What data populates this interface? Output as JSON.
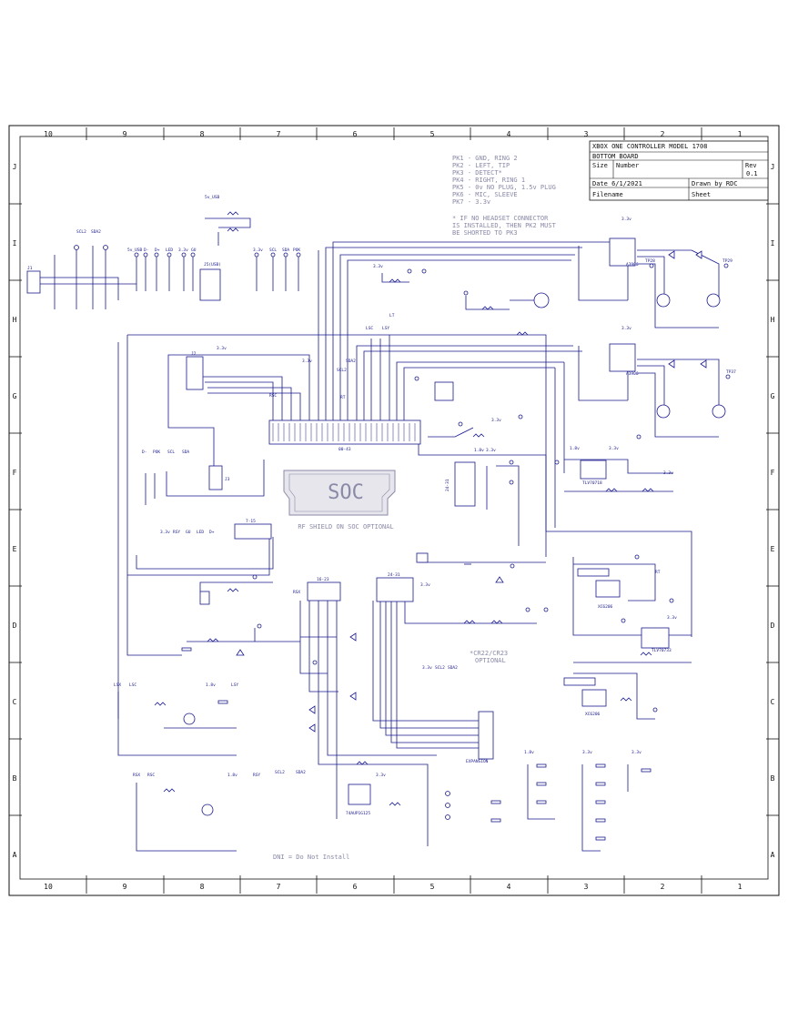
{
  "border": {
    "columns": [
      "10",
      "9",
      "8",
      "7",
      "6",
      "5",
      "4",
      "3",
      "2",
      "1"
    ],
    "rows": [
      "J",
      "I",
      "H",
      "G",
      "F",
      "E",
      "D",
      "C",
      "B",
      "A"
    ]
  },
  "title_block": {
    "title": "XBOX ONE CONTROLLER MODEL 1708",
    "subtitle": "BOTTOM BOARD",
    "size_label": "Size",
    "number_label": "Number",
    "rev_label": "Rev",
    "rev_value": "0.1",
    "date": "Date 6/1/2021",
    "drawn_by": "Drawn by RDC",
    "filename_label": "Filename",
    "sheet_label": "Sheet"
  },
  "pk_notes": [
    "PK1 - GND, RING 2",
    "PK2 - LEFT, TIP",
    "PK3 - DETECT*",
    "PK4 - RIGHT, RING 1",
    "PK5 - 0v NO PLUG, 1.5v PLUG",
    "PK6 - MIC, SLEEVE",
    "PK7 - 3.3v"
  ],
  "headset_note": [
    "* IF NO HEADSET CONNECTOR",
    "IS INSTALLED, THEN PK2 MUST",
    "BE SHORTED TO PK3"
  ],
  "soc": {
    "label": "SOC",
    "caption": "RF SHIELD ON SOC OPTIONAL"
  },
  "connectors": {
    "j1": "J1",
    "j_usb": "J5(USB)",
    "j2": "J2",
    "j3": "J3",
    "pad_00_43": "00-43",
    "pad_24_31": "24-31",
    "pad_7_15": "7-15",
    "pad_16_23": "16-23",
    "pad_24_31b": "24-31",
    "expansion": "EXPANSION"
  },
  "ics": {
    "u3": "A3906",
    "u4": "A3906",
    "u5": "TLV70718",
    "u6": "TLV70733",
    "u1": "XC6206",
    "u8": "XC6206",
    "u2": "74AUP1G125"
  },
  "nets": {
    "v33": "3.3v",
    "v18": "1.8v",
    "scl": "SCL",
    "sda": "SDA",
    "scl2": "SCL2",
    "sda2": "SDA2",
    "lsx": "LSX",
    "lsy": "LSY",
    "rsx": "RSX",
    "rsy": "RSY",
    "lt": "LT",
    "rt": "RT",
    "lsc": "LSC",
    "rsc": "RSC",
    "led": "LED",
    "gu": "GU",
    "dplus": "D+",
    "dminus": "D-",
    "pok": "POK",
    "v5usb": "5v_USB",
    "tp28": "TP28",
    "tp29": "TP29",
    "tp37": "TP37"
  },
  "cr_note": [
    "*CR22/CR23",
    "OPTIONAL"
  ],
  "dni_note": "DNI = Do Not Install",
  "colors": {
    "ink": "#1a1a8c",
    "frame": "#111111",
    "note": "#8a8aa8",
    "soc_fill": "#e6e6ec"
  }
}
